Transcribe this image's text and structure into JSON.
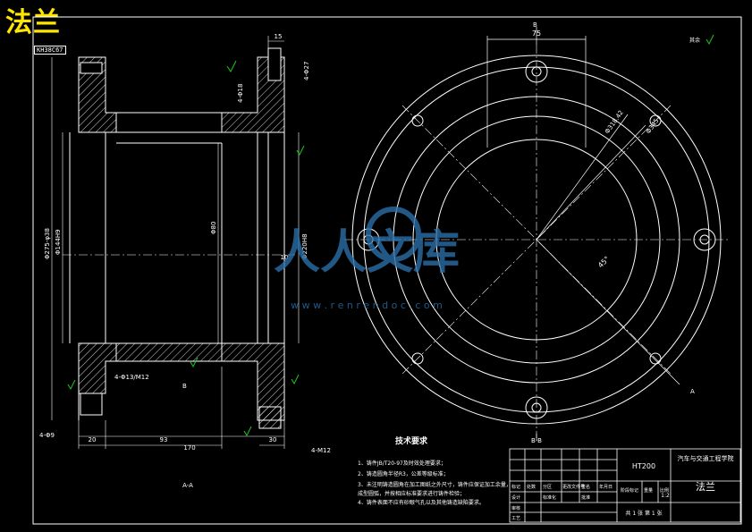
{
  "header": {
    "title": "法兰",
    "stamp": "KH38C67"
  },
  "dimensions": {
    "top_width": "15",
    "hole_top": "4-Φ27",
    "hole_18": "4-Φ18",
    "left_dia": "Φ275-φ38",
    "bore_dia": "Φ144H9",
    "mid_dia": "Φ80",
    "flange_dia": "Φ220H8",
    "small_10": "10",
    "thread_left": "4-Φ13/M12",
    "hole_left_bottom": "4-Φ9",
    "bottom_20": "20",
    "bottom_93": "93",
    "bottom_170": "170",
    "bottom_30": "30",
    "bottom_m12": "4-M12",
    "front_75": "75",
    "front_r1": "Φ318.42",
    "front_r2": "Φ345",
    "angle_45": "45°",
    "section_aa": "A-A",
    "section_a": "A",
    "section_bb": "B-B",
    "section_b_top": "B",
    "section_b_bottom": "B",
    "mark_label": "其余"
  },
  "notes": {
    "title": "技术要求",
    "items": [
      "1、铸件JB/T20-97及时效处理要求；",
      "2、铸造圆角半径R3，公差等级标准；",
      "3、未注明铸造圆角在加工图纸之外尺寸，铸件应保证加工余量，",
      "   成型圆弧，并按相应标准要求进行铸件检验；",
      "4、铸件表面不应有砂眼气孔以及其他铸造缺陷要求。"
    ]
  },
  "titleblock": {
    "material": "HT200",
    "school": "汽车与交通工程学院",
    "part_name": "法兰",
    "sheet_info": "共 1 张  第 1 张",
    "scale": "1:2",
    "row_labels": [
      "标记",
      "设计",
      "审核",
      "工艺"
    ],
    "head_cols": [
      "处数",
      "分区",
      "更改文件号",
      "签名",
      "年月日"
    ],
    "cols2": [
      "阶段标记",
      "重量",
      "比例"
    ],
    "sign": "标准化",
    "approve": "批准"
  },
  "watermark": {
    "text": "人人文库",
    "url": "w w w . r e n r e n d o c . c o m"
  },
  "colors": {
    "line": "#ffffff",
    "dim": "#ffffff",
    "mark": "#1ec71e",
    "title": "#ffe600",
    "watermark": "#2a6fa8"
  }
}
